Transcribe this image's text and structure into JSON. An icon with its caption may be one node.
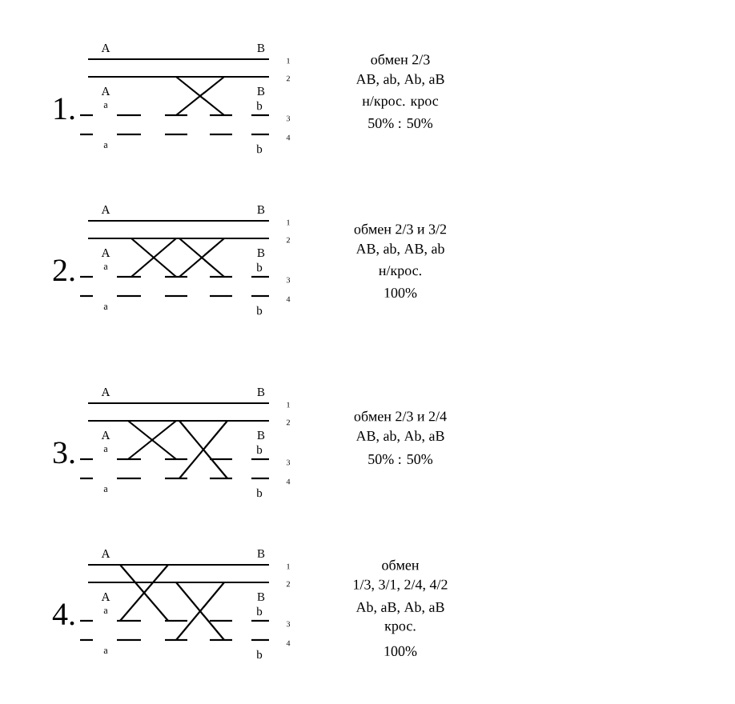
{
  "diagram": {
    "labels": [
      "1.",
      "A",
      "B",
      "1",
      "A",
      "B",
      "2",
      "a",
      "b",
      "3",
      "a",
      "b",
      "4",
      "обмен  2/3",
      "AB, ab,   Ab, aB",
      "н/крос.     крос",
      "50%  :  50%",
      "2.",
      "A",
      "B",
      "1",
      "A",
      "B",
      "2",
      "a",
      "b",
      "3",
      "a",
      "b",
      "4",
      "обмен 2/3 и 3/2",
      "AB, ab,  AB, ab",
      "н/крос.",
      "100%",
      "3.",
      "A",
      "B",
      "1",
      "A",
      "B",
      "2",
      "a",
      "b",
      "3",
      "a",
      "b",
      "4",
      "обмен 2/3 и 2/4",
      "AB, ab, Ab, aB",
      "50% : 50%",
      "4.",
      "A",
      "B",
      "1",
      "A",
      "B",
      "2",
      "a",
      "b",
      "3",
      "a",
      "b",
      "4",
      "обмен",
      "1/3, 3/1, 2/4, 4/2",
      "Ab,  aB,  Ab,  aB",
      "крос.",
      "100%"
    ]
  }
}
